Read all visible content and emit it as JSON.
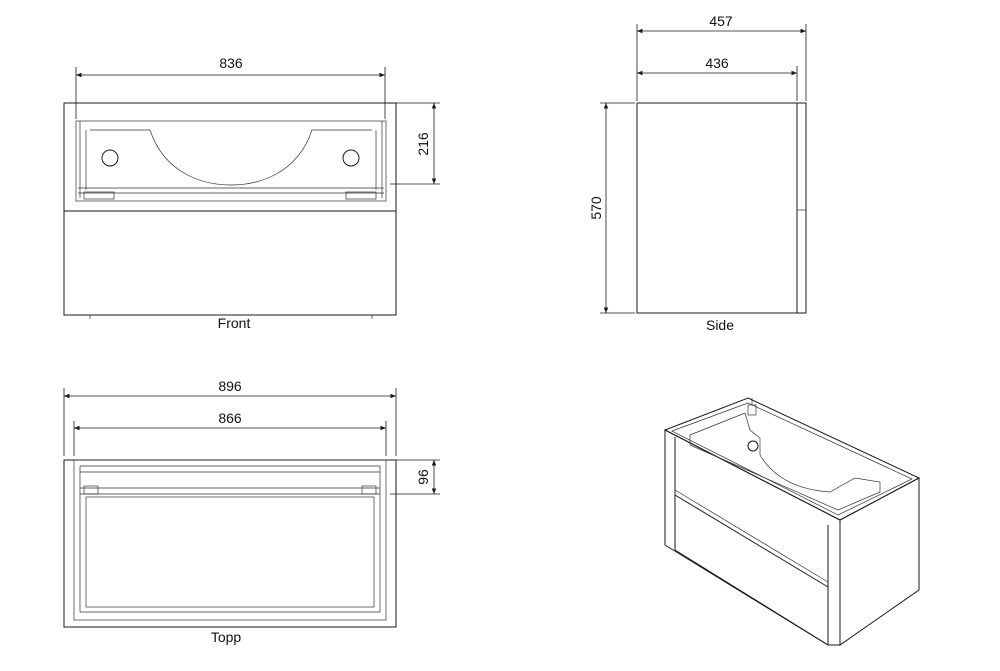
{
  "views": {
    "front": {
      "caption": "Front",
      "width_dim": "836",
      "height_dim": "216"
    },
    "side": {
      "caption": "Side",
      "outer_width_dim": "457",
      "inner_width_dim": "436",
      "height_dim": "570"
    },
    "top": {
      "caption": "Topp",
      "outer_width_dim": "896",
      "inner_width_dim": "866",
      "depth_dim": "96"
    }
  },
  "colors": {
    "line": "#1a1a1a",
    "background": "#ffffff"
  }
}
